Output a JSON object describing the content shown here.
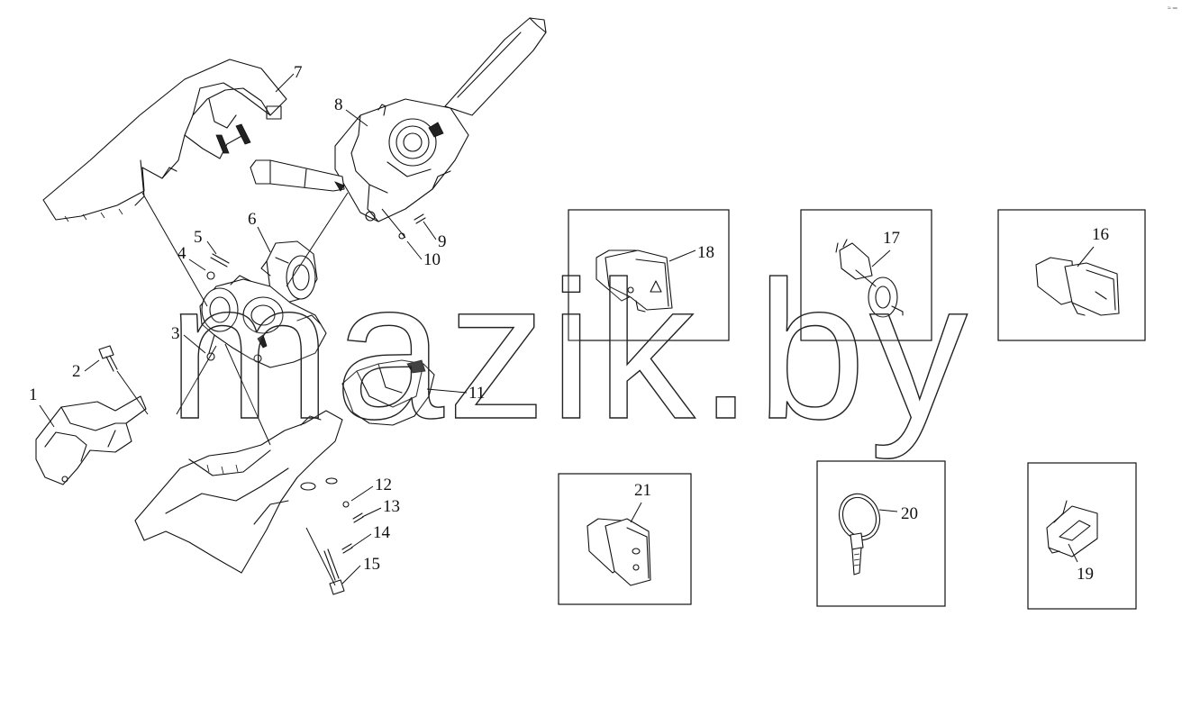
{
  "watermark": "mazik.by",
  "corner_mark": "≈ ═",
  "callouts": [
    "1",
    "2",
    "3",
    "4",
    "5",
    "6",
    "7",
    "8",
    "9",
    "10",
    "11",
    "12",
    "13",
    "14",
    "15",
    "16",
    "17",
    "18",
    "19",
    "20",
    "21"
  ],
  "detail_boxes": [
    "16",
    "17",
    "18",
    "19",
    "20",
    "21"
  ]
}
